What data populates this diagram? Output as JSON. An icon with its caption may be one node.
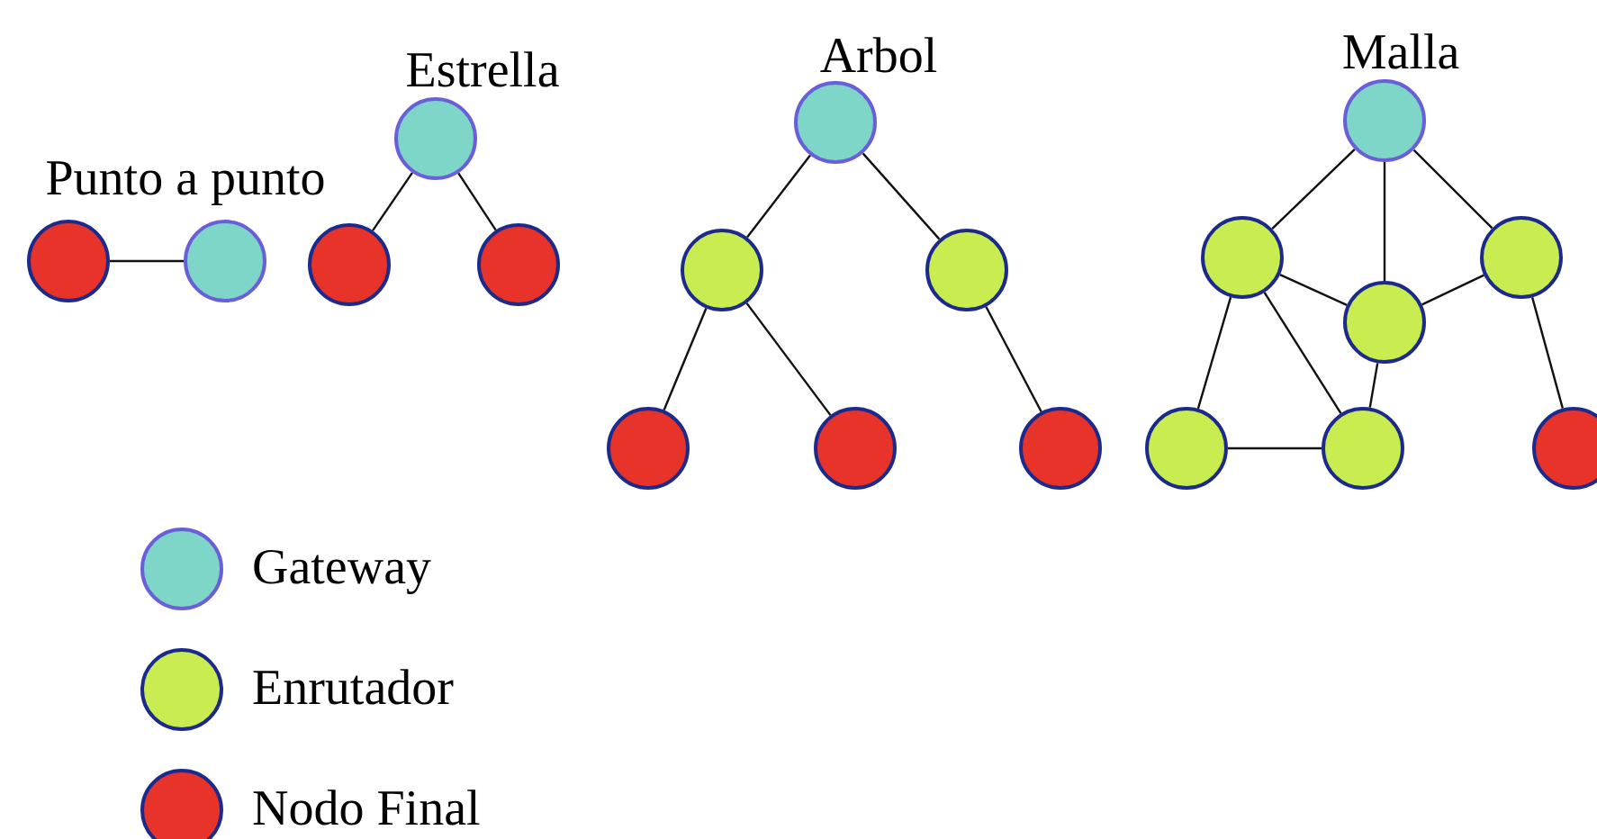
{
  "diagram": {
    "nodes": [
      {
        "text": [],
        "shape": "circle"
      },
      {
        "text": [],
        "shape": "circle"
      },
      {
        "text": [],
        "shape": "circle"
      },
      {
        "text": [],
        "shape": "circle"
      },
      {
        "text": [],
        "shape": "circle"
      },
      {
        "text": [],
        "shape": "circle"
      },
      {
        "text": [],
        "shape": "circle"
      },
      {
        "text": [],
        "shape": "circle"
      },
      {
        "text": [],
        "shape": "circle"
      },
      {
        "text": [],
        "shape": "circle"
      },
      {
        "text": [],
        "shape": "circle"
      },
      {
        "text": [],
        "shape": "circle"
      },
      {
        "text": [],
        "shape": "circle"
      },
      {
        "text": [],
        "shape": "circle"
      },
      {
        "text": [],
        "shape": "circle"
      },
      {
        "text": [],
        "shape": "circle"
      },
      {
        "text": [],
        "shape": "circle"
      },
      {
        "text": [],
        "shape": "circle"
      }
    ],
    "edges": [
      {
        "from": 0,
        "to": 1,
        "arrow": "none"
      },
      {
        "from": 2,
        "to": 3,
        "arrow": "none"
      },
      {
        "from": 2,
        "to": 4,
        "arrow": "none"
      },
      {
        "from": 5,
        "to": 6,
        "arrow": "none"
      },
      {
        "from": 5,
        "to": 7,
        "arrow": "none"
      },
      {
        "from": 6,
        "to": 8,
        "arrow": "none"
      },
      {
        "from": 6,
        "to": 9,
        "arrow": "none"
      },
      {
        "from": 7,
        "to": 10,
        "arrow": "none"
      },
      {
        "from": 11,
        "to": 12,
        "arrow": "none"
      },
      {
        "from": 11,
        "to": 14,
        "arrow": "none"
      },
      {
        "from": 11,
        "to": 13,
        "arrow": "none"
      },
      {
        "from": 12,
        "to": 14,
        "arrow": "none"
      },
      {
        "from": 13,
        "to": 14,
        "arrow": "none"
      },
      {
        "from": 12,
        "to": 15,
        "arrow": "none"
      },
      {
        "from": 12,
        "to": 16,
        "arrow": "none"
      },
      {
        "from": 14,
        "to": 16,
        "arrow": "none"
      },
      {
        "from": 15,
        "to": 16,
        "arrow": "none"
      },
      {
        "from": 13,
        "to": 17,
        "arrow": "none"
      }
    ],
    "labels": [
      "Punto a punto",
      "Estrella",
      "Arbol",
      "Malla"
    ],
    "legend": [
      {
        "text": "Gateway",
        "color": "#7dd6c8"
      },
      {
        "text": "Enrutador",
        "color": "#c9ec50"
      },
      {
        "text": "Nodo Final",
        "color": "#e8332a"
      }
    ]
  }
}
